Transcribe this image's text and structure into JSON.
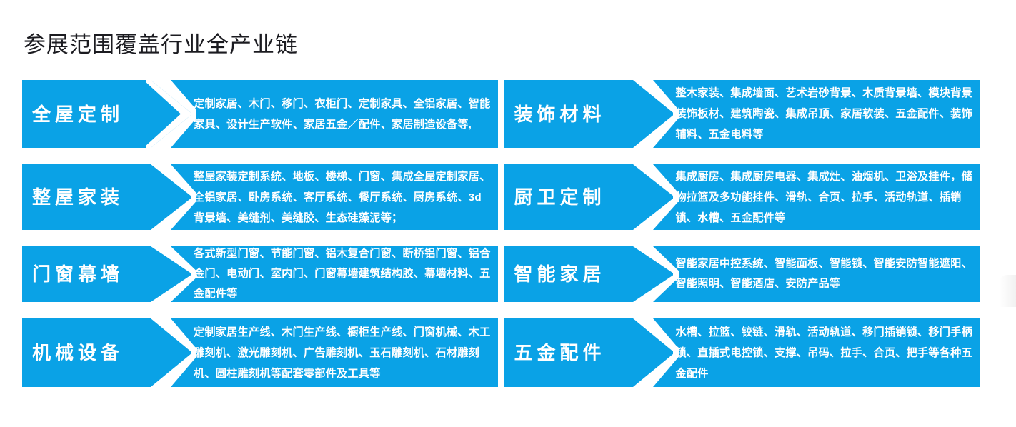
{
  "page": {
    "title": "参展范围覆盖行业全产业链",
    "accent_color": "#0aa2e6",
    "title_color": "#1b1b20",
    "text_color": "#ffffff",
    "background_color": "#ffffff"
  },
  "categories": [
    {
      "label": "全屋定制",
      "items": "定制家居、木门、移门、衣柜门、定制家具、全铝家居、智能家具、设计生产软件、家居五金／配件、家居制造设备等,"
    },
    {
      "label": "装饰材料",
      "items": "整木家装、集成墙面、艺术岩砂背景、木质背景墙、模块背景装饰板材、建筑陶瓷、集成吊顶、家居软装、五金配件、装饰辅料、五金电料等"
    },
    {
      "label": "整屋家装",
      "items": "整屋家装定制系统、地板、楼梯、门窗、集成全屋定制家居、全铝家居、卧房系统、客厅系统、餐厅系统、厨房系统、3d背景墙、美缝剂、美缝胶、生态硅藻泥等；"
    },
    {
      "label": "厨卫定制",
      "items": "集成厨房、集成厨房电器、集成灶、油烟机、卫浴及挂件，储物拉篮及多功能挂件、滑轨、合页、拉手、活动轨道、插销锁、水槽、五金配件等"
    },
    {
      "label": "门窗幕墙",
      "items": "各式新型门窗、节能门窗、铝木复合门窗、断桥铝门窗、铝合金门、电动门、室内门、门窗幕墙建筑结构胶、幕墙材料、五金配件等"
    },
    {
      "label": "智能家居",
      "items": "智能家居中控系统、智能面板、智能锁、智能安防智能遮阳、智能照明、智能酒店、安防产品等"
    },
    {
      "label": "机械设备",
      "items": "定制家居生产线、木门生产线、橱柜生产线、门窗机械、木工雕刻机、激光雕刻机、广告雕刻机、玉石雕刻机、石材雕刻机、圆柱雕刻机等配套零部件及工具等"
    },
    {
      "label": "五金配件",
      "items": "水槽、拉篮、铰链、滑轨、活动轨道、移门插销锁、移门手柄锁、直插式电控锁、支撑、吊码、拉手、合页、把手等各种五金配件"
    }
  ]
}
